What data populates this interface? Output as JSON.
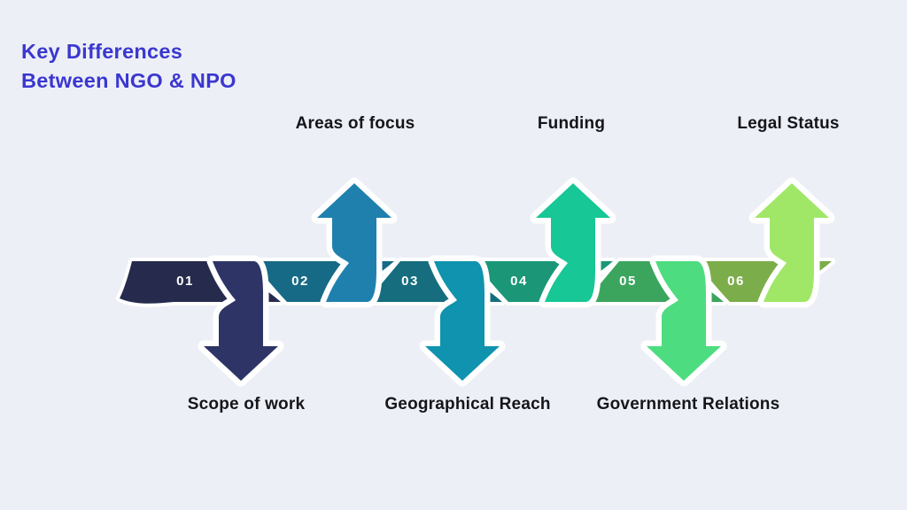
{
  "title": {
    "line1": "Key Differences",
    "line2": "Between NGO & NPO"
  },
  "steps": [
    {
      "number": "01",
      "label": "Scope of work",
      "label_position": "bottom",
      "arrow_direction": "down",
      "band_color": "#262b4d",
      "arrow_color": "#2e3566"
    },
    {
      "number": "02",
      "label": "Areas of focus",
      "label_position": "top",
      "arrow_direction": "up",
      "band_color": "#176a85",
      "arrow_color": "#1f80ae"
    },
    {
      "number": "03",
      "label": "Geographical Reach",
      "label_position": "bottom",
      "arrow_direction": "down",
      "band_color": "#156d7e",
      "arrow_color": "#0f93ae"
    },
    {
      "number": "04",
      "label": "Funding",
      "label_position": "top",
      "arrow_direction": "up",
      "band_color": "#1b9778",
      "arrow_color": "#17c795"
    },
    {
      "number": "05",
      "label": "Government Relations",
      "label_position": "bottom",
      "arrow_direction": "down",
      "band_color": "#3ba55e",
      "arrow_color": "#4edc80"
    },
    {
      "number": "06",
      "label": "Legal Status",
      "label_position": "top",
      "arrow_direction": "up",
      "band_color": "#7cad4b",
      "arrow_color": "#a0e767"
    }
  ],
  "colors": {
    "background": "#edeff6",
    "title": "#3a37d0",
    "label_text": "#14161b",
    "number_text": "#ffffff",
    "gap": "#ffffff"
  }
}
